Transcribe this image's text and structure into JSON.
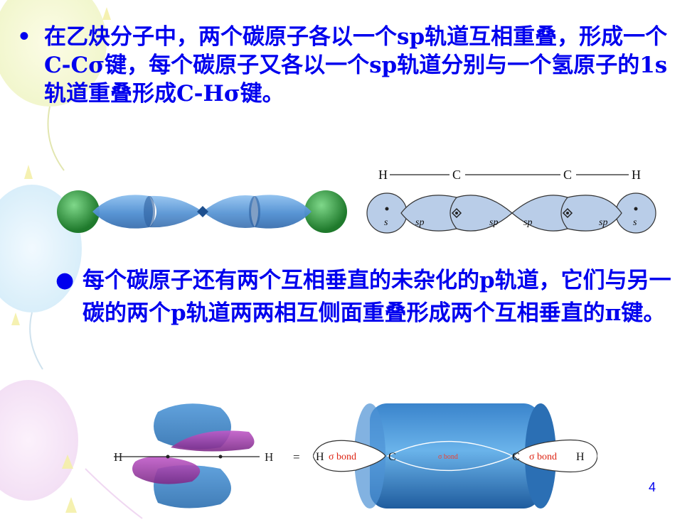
{
  "slide": {
    "bullet1": {
      "marker": "•",
      "text": "在乙炔分子中，两个碳原子各以一个sp轨道互相重叠，形成一个C-Cσ键，每个碳原子又各以一个sp轨道分别与一个氢原子的1s轨道重叠形成C-Hσ键。"
    },
    "bullet2": {
      "marker": "●",
      "text": "每个碳原子还有两个互相垂直的未杂化的p轨道，它们与另一碳的两个p轨道两两相互侧面重叠形成两个互相垂直的π键。"
    },
    "sigma_diagram": {
      "atoms": [
        "H",
        "C",
        "C",
        "H"
      ],
      "orbital_labels": [
        "s",
        "sp",
        "sp",
        "sp",
        "sp",
        "s"
      ]
    },
    "pi_diagram": {
      "left_atoms": [
        "H",
        "H"
      ],
      "equals": "=",
      "cyl_labels": {
        "h_left": "H",
        "sigma_left": "σ bond",
        "c_left": "C",
        "sigma_center": "σ bond",
        "c_right": "C",
        "sigma_right": "σ bond",
        "h_right": "H"
      }
    },
    "page_number": "4",
    "colors": {
      "text": "#0000ee",
      "orbital_blue": "#5b8fd0",
      "hydrogen_green": "#2f9e3e",
      "pi_purple": "#9a3fa4"
    }
  }
}
